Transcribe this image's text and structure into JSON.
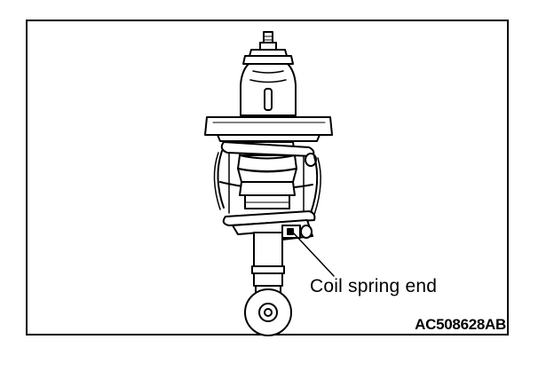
{
  "diagram": {
    "subject": "shock absorber with coil spring",
    "callout_label": "Coil spring end",
    "figure_id": "AC508628AB"
  },
  "colors": {
    "line": "#000000",
    "fill": "#ffffff",
    "shade": "#000000"
  }
}
